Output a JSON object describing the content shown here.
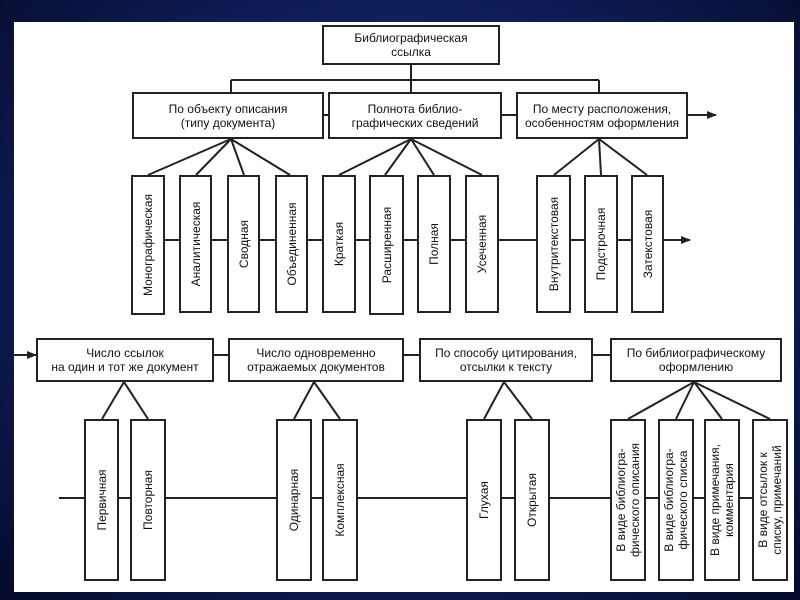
{
  "root": "Библиографическая\nссылка",
  "categories_top": [
    "По объекту описания\n(типу документа)",
    "Полнота библио-\nграфических сведений",
    "По месту расположения,\nособенностям оформления"
  ],
  "types_top": [
    "Монографическая",
    "Аналитическая",
    "Сводная",
    "Объединенная",
    "Краткая",
    "Расширенная",
    "Полная",
    "Усеченная",
    "Внутритекстовая",
    "Подстрочная",
    "Затекстовая"
  ],
  "categories_bottom": [
    "Число ссылок\nна один и тот же документ",
    "Число одновременно\nотражаемых документов",
    "По способу цитирования,\nотсылки к тексту",
    "По библиографическому\nоформлению"
  ],
  "types_bottom": [
    "Первичная",
    "Повторная",
    "Одинарная",
    "Комплексная",
    "Глухая",
    "Открытая",
    "В виде библиогра-\nфического описания",
    "В виде библиогра-\nфического списка",
    "В виде примечания,\nкомментария",
    "В виде отсылок к\nсписку, примечаний"
  ],
  "colors": {
    "background": "#0f1f5c",
    "panel": "#ffffff",
    "stroke": "#222222"
  }
}
